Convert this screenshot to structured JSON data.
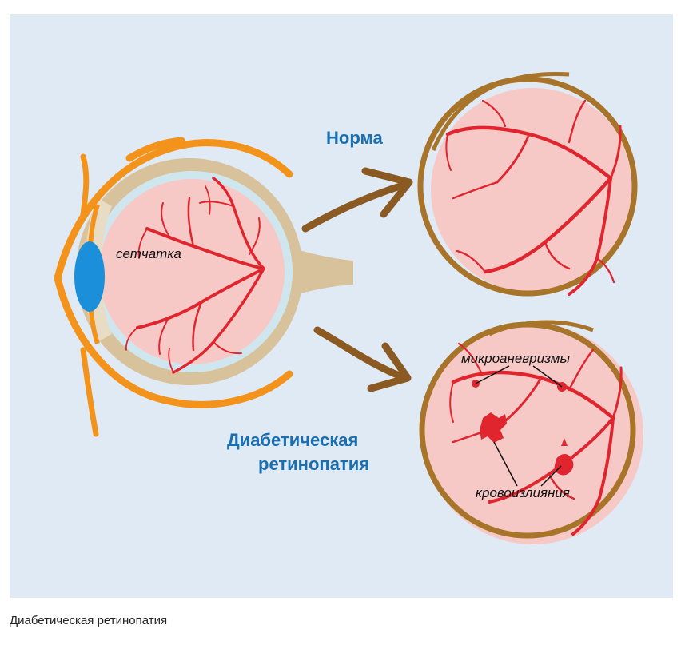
{
  "diagram": {
    "labels": {
      "retina": "сетчатка",
      "normal": "Норма",
      "diabetic_line1": "Диабетическая",
      "diabetic_line2": "ретинопатия",
      "microaneurysms": "микроаневризмы",
      "hemorrhages": "кровоизлияния"
    },
    "colors": {
      "background": "#dfeaf5",
      "eye_outline": "#f3931b",
      "sclera": "#d8c29c",
      "retina_fill": "#f6c9c6",
      "vessel": "#e0252f",
      "lens": "#1b8fd9",
      "arrow": "#8a5a22",
      "circle_rim": "#a8742a",
      "label_blue": "#1a6fb0"
    }
  },
  "caption": "Диабетическая ретинопатия"
}
